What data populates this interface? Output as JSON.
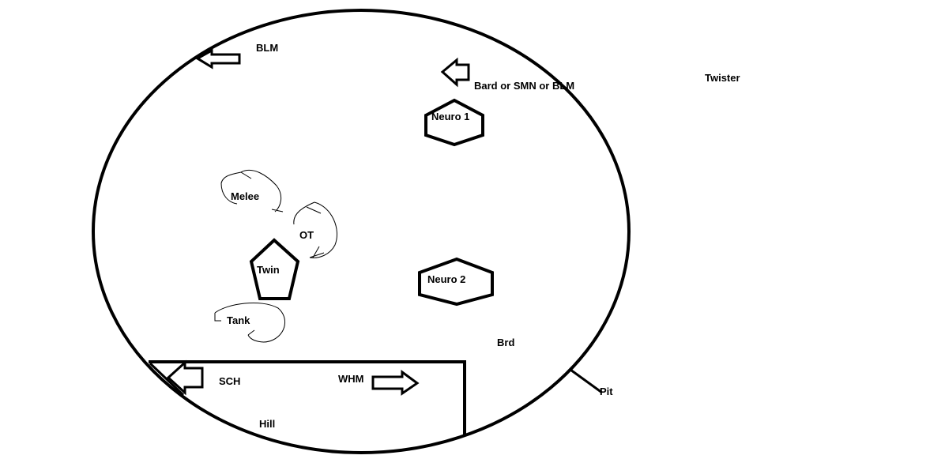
{
  "labels": {
    "blm": "BLM",
    "bard_smn_blm": "Bard or SMN or BLM",
    "twister": "Twister",
    "neuro1": "Neuro 1",
    "melee": "Melee",
    "ot": "OT",
    "twin": "Twin",
    "neuro2": "Neuro 2",
    "tank": "Tank",
    "brd": "Brd",
    "sch": "SCH",
    "whm": "WHM",
    "pit": "Pit",
    "hill": "Hill"
  },
  "icons": {
    "arrow_left": "arrow-left-icon",
    "arrow_right": "arrow-right-icon",
    "hexagon": "hexagon-icon",
    "pentagon": "pentagon-icon",
    "swirl": "swirl-icon"
  },
  "colors": {
    "ink": "#000000",
    "background": "#ffffff"
  }
}
